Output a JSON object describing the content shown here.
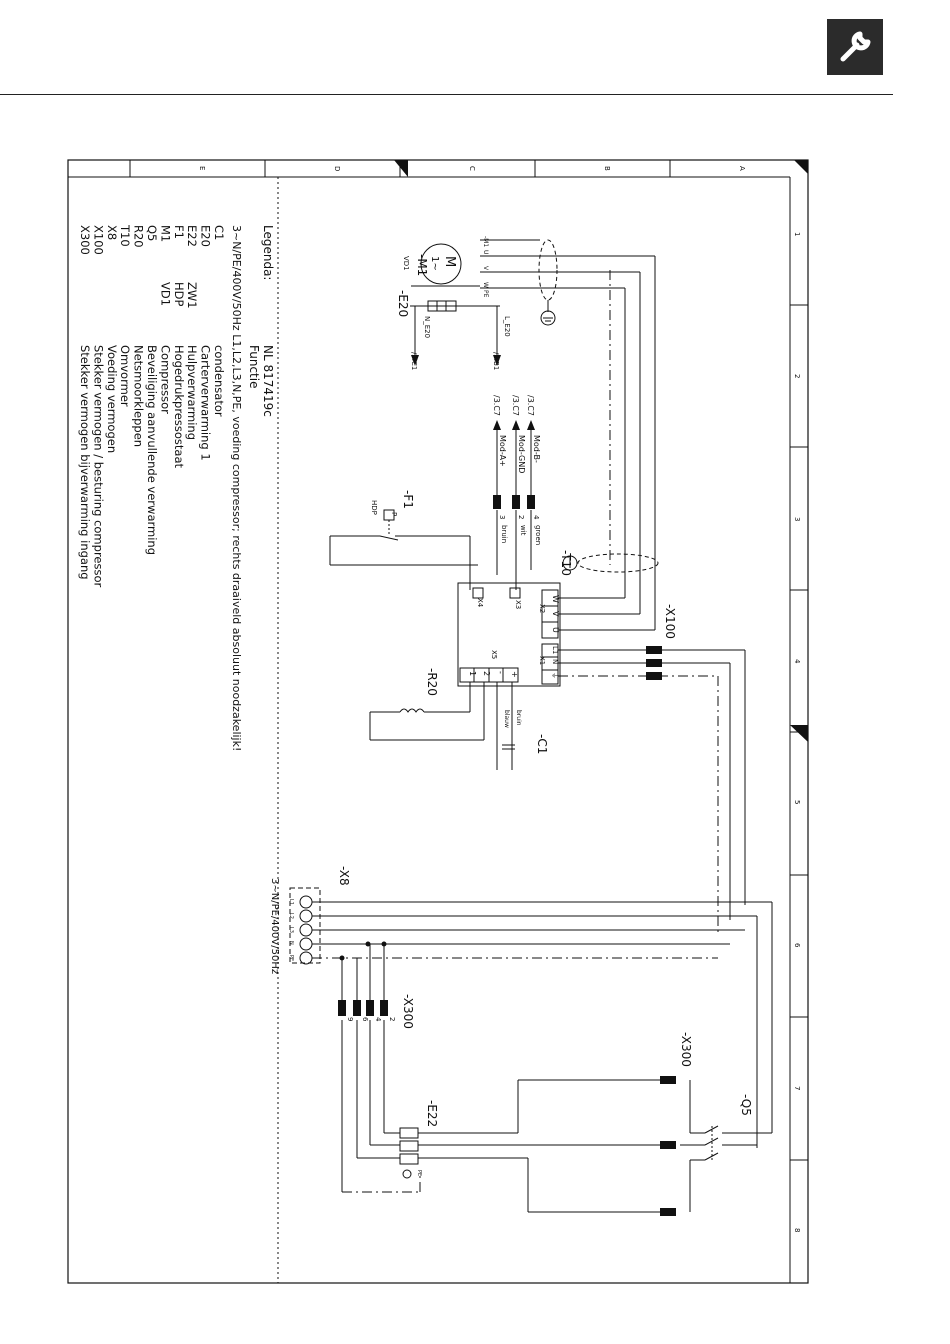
{
  "icons": {
    "header_badge": "wrench-icon"
  },
  "colors": {
    "badge_bg": "#2b2b2b",
    "line": "#111111"
  },
  "frame": {
    "rows_top": [
      "E",
      "D",
      "C",
      "B",
      "A"
    ],
    "cols_right": [
      "1",
      "2",
      "3",
      "4",
      "5",
      "6",
      "7",
      "8"
    ]
  },
  "legend": {
    "heading": "Legenda:",
    "doc_number": "NL 817419c",
    "function_label": "Functie",
    "supply_note": "3~N/PE/400V/50Hz  L1,L2,L3,N,PE, voeding compressor; rechts draaiveld absoluut noodzakelijk!",
    "entries": [
      {
        "code": "C1",
        "sub": "",
        "desc": "condensator"
      },
      {
        "code": "E20",
        "sub": "",
        "desc": "Carterverwarming 1"
      },
      {
        "code": "E22",
        "sub": "ZW1",
        "desc": "Hulpverwarming"
      },
      {
        "code": "F1",
        "sub": "HDP",
        "desc": "Hogedrukpressostaat"
      },
      {
        "code": "M1",
        "sub": "VD1",
        "desc": "Compressor"
      },
      {
        "code": "Q5",
        "sub": "",
        "desc": "Beveiliging aanvullende verwarming"
      },
      {
        "code": "R20",
        "sub": "",
        "desc": "Netsmoorkleppen"
      },
      {
        "code": "T10",
        "sub": "",
        "desc": "Omvormer"
      },
      {
        "code": "X8",
        "sub": "",
        "desc": "Voeding vermogen"
      },
      {
        "code": "X100",
        "sub": "",
        "desc": "Stekker vermogen / besturing compressor"
      },
      {
        "code": "X300",
        "sub": "",
        "desc": "Stekker vermogen bijverwarming ingang"
      }
    ]
  },
  "components": {
    "M1": {
      "ref": "-M1",
      "motor_top": "M",
      "motor_bottom": "1~",
      "sub": "VD1",
      "terminals": [
        "-M1",
        "U",
        "V",
        "W",
        "PE"
      ]
    },
    "E20": {
      "ref": "-E20",
      "n_label": "N_E20",
      "l_label": "L_E20",
      "ref_n": "/2.C1",
      "ref_l": "/2.B1"
    },
    "mod": {
      "refs": [
        "/3.C7",
        "/3.C7",
        "/3.C7"
      ],
      "signals": [
        "Mod-B-",
        "Mod-GND",
        "Mod-A+"
      ],
      "pins": [
        "4",
        "2",
        "3"
      ],
      "wires": [
        "groen",
        "wit",
        "bruin"
      ]
    },
    "F1": {
      "ref": "-F1",
      "sub": "HDP",
      "p_label": "P"
    },
    "T10": {
      "ref": "-T10"
    },
    "X100": {
      "ref": "-X100"
    },
    "inverter": {
      "x2": "X2",
      "x3": "X3",
      "x4": "X4",
      "x5": "X5",
      "x1": "X1",
      "x2_pins": [
        "W",
        "V",
        "U"
      ],
      "x1_pins": [
        "L1",
        "N",
        "⏚"
      ],
      "x5_pins": [
        "1",
        "2",
        "-",
        "+"
      ]
    },
    "R20": {
      "ref": "-R20"
    },
    "C1": {
      "ref": "-C1",
      "wire_a": "bruin",
      "wire_b": "blauw"
    },
    "X8": {
      "ref": "-X8",
      "supply": "3~N/PE/400V/50Hz",
      "pins": [
        "L1",
        "L2",
        "L3",
        "N",
        "PE"
      ]
    },
    "X300": {
      "ref_top": "-X300",
      "ref_side": "-X300",
      "pins": [
        "2",
        "4",
        "6",
        "9"
      ]
    },
    "E22": {
      "ref": "-E22",
      "pe": "PE"
    },
    "Q5": {
      "ref": "-Q5"
    }
  }
}
